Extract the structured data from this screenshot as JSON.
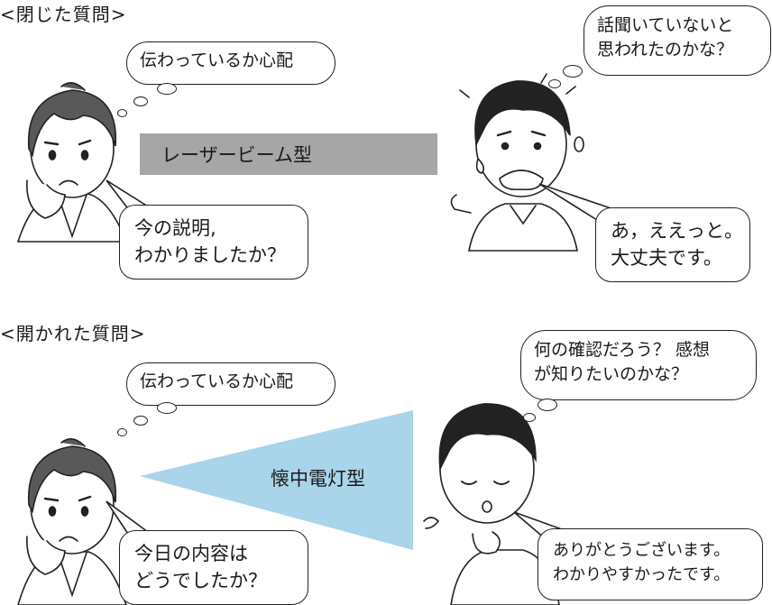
{
  "closed": {
    "heading": "<閉じた質問>",
    "nurse_thought": "伝わっているか心配",
    "nurse_speech": [
      "今の説明,",
      "わかりましたか？"
    ],
    "beam_label": "レーザービーム型",
    "patient_thought": [
      "話聞いていないと",
      "思われたのかな？"
    ],
    "patient_speech": [
      "あ，ええっと。",
      "大丈夫です。"
    ]
  },
  "open": {
    "heading": "<開かれた質問>",
    "nurse_thought": "伝わっているか心配",
    "nurse_speech": [
      "今日の内容は",
      "どうでしたか？"
    ],
    "beam_label": "懐中電灯型",
    "patient_thought": [
      "何の確認だろう？ 感想",
      "が知りたいのかな？"
    ],
    "patient_speech": [
      "ありがとうございます。",
      "わかりやすかったです。"
    ]
  },
  "colors": {
    "laser": "#a6a6a6",
    "flashlight": "#a9d4ea",
    "hair": "#595959",
    "outline": "#222222"
  }
}
